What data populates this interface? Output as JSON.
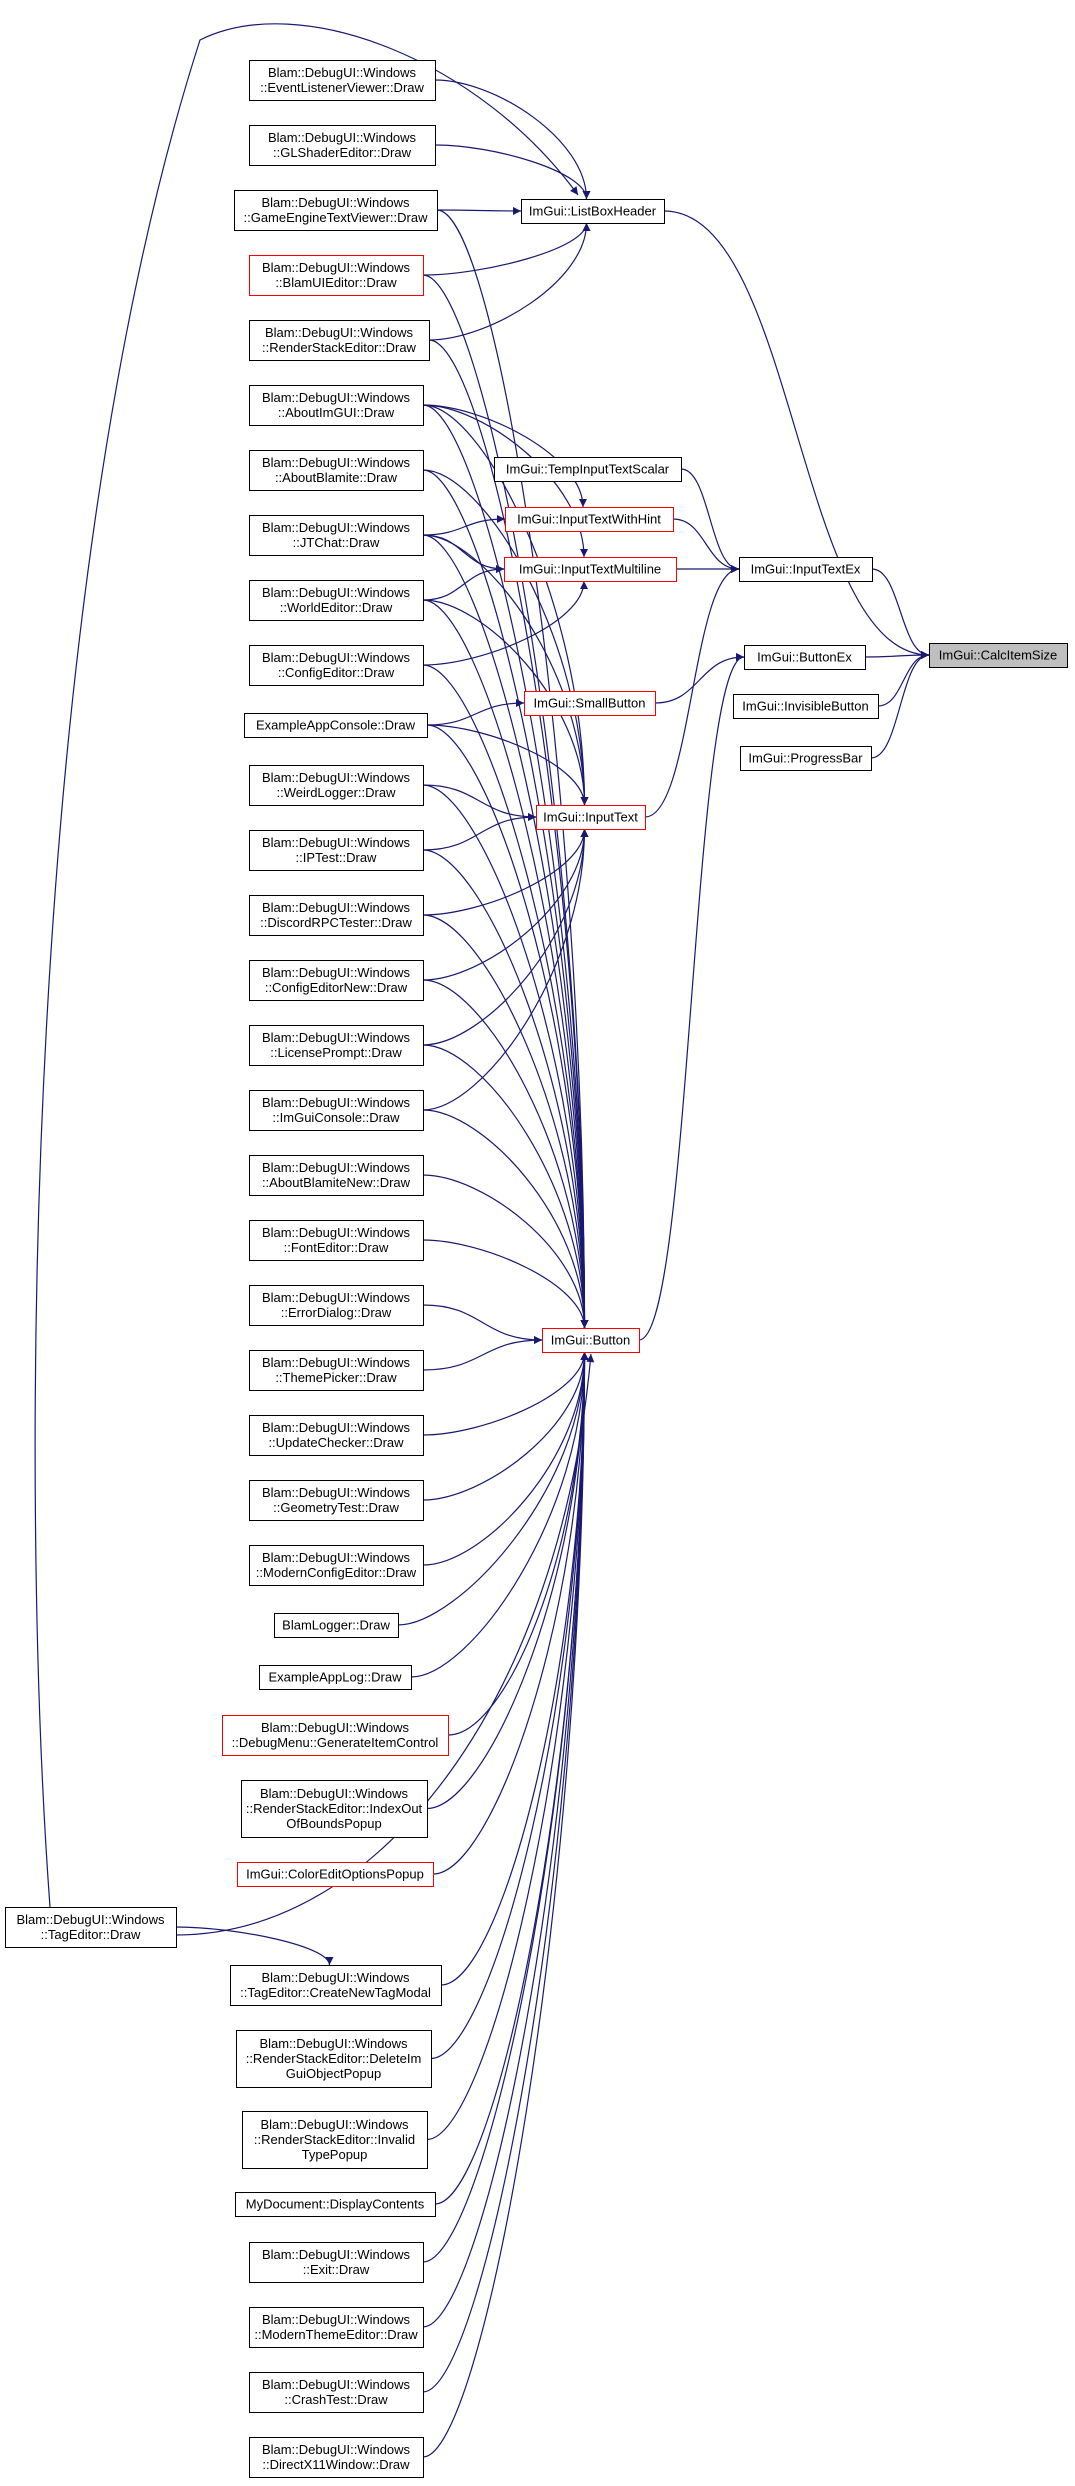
{
  "graph": {
    "colors": {
      "edge": "#191970",
      "truncated_border": "#ff0000",
      "normal_border": "#000000",
      "focus_fill": "#bfbfbf",
      "background": "#ffffff"
    },
    "nodes": [
      {
        "id": "calc",
        "lines": [
          "ImGui::CalcItemSize"
        ],
        "truncated": false,
        "focus": true
      },
      {
        "id": "listbox",
        "lines": [
          "ImGui::ListBoxHeader"
        ],
        "truncated": false
      },
      {
        "id": "inputtextex",
        "lines": [
          "ImGui::InputTextEx"
        ],
        "truncated": false
      },
      {
        "id": "buttonex",
        "lines": [
          "ImGui::ButtonEx"
        ],
        "truncated": false
      },
      {
        "id": "invisible",
        "lines": [
          "ImGui::InvisibleButton"
        ],
        "truncated": false
      },
      {
        "id": "progress",
        "lines": [
          "ImGui::ProgressBar"
        ],
        "truncated": false
      },
      {
        "id": "tempinput",
        "lines": [
          "ImGui::TempInputTextScalar"
        ],
        "truncated": false
      },
      {
        "id": "hint",
        "lines": [
          "ImGui::InputTextWithHint"
        ],
        "truncated": true
      },
      {
        "id": "multiline",
        "lines": [
          "ImGui::InputTextMultiline"
        ],
        "truncated": true
      },
      {
        "id": "smallbtn",
        "lines": [
          "ImGui::SmallButton"
        ],
        "truncated": true
      },
      {
        "id": "inputtext",
        "lines": [
          "ImGui::InputText"
        ],
        "truncated": true
      },
      {
        "id": "button",
        "lines": [
          "ImGui::Button"
        ],
        "truncated": true
      },
      {
        "id": "evlist",
        "lines": [
          "Blam::DebugUI::Windows",
          "::EventListenerViewer::Draw"
        ],
        "truncated": false
      },
      {
        "id": "glshader",
        "lines": [
          "Blam::DebugUI::Windows",
          "::GLShaderEditor::Draw"
        ],
        "truncated": false
      },
      {
        "id": "getv",
        "lines": [
          "Blam::DebugUI::Windows",
          "::GameEngineTextViewer::Draw"
        ],
        "truncated": false
      },
      {
        "id": "blamui",
        "lines": [
          "Blam::DebugUI::Windows",
          "::BlamUIEditor::Draw"
        ],
        "truncated": true
      },
      {
        "id": "rstack",
        "lines": [
          "Blam::DebugUI::Windows",
          "::RenderStackEditor::Draw"
        ],
        "truncated": false
      },
      {
        "id": "aboutimgui",
        "lines": [
          "Blam::DebugUI::Windows",
          "::AboutImGUI::Draw"
        ],
        "truncated": false
      },
      {
        "id": "aboutblamite",
        "lines": [
          "Blam::DebugUI::Windows",
          "::AboutBlamite::Draw"
        ],
        "truncated": false
      },
      {
        "id": "jtchat",
        "lines": [
          "Blam::DebugUI::Windows",
          "::JTChat::Draw"
        ],
        "truncated": false
      },
      {
        "id": "worldeditor",
        "lines": [
          "Blam::DebugUI::Windows",
          "::WorldEditor::Draw"
        ],
        "truncated": false
      },
      {
        "id": "configeditor",
        "lines": [
          "Blam::DebugUI::Windows",
          "::ConfigEditor::Draw"
        ],
        "truncated": false
      },
      {
        "id": "exconsole",
        "lines": [
          "ExampleAppConsole::Draw"
        ],
        "truncated": false
      },
      {
        "id": "weirdlogger",
        "lines": [
          "Blam::DebugUI::Windows",
          "::WeirdLogger::Draw"
        ],
        "truncated": false
      },
      {
        "id": "iptest",
        "lines": [
          "Blam::DebugUI::Windows",
          "::IPTest::Draw"
        ],
        "truncated": false
      },
      {
        "id": "discord",
        "lines": [
          "Blam::DebugUI::Windows",
          "::DiscordRPCTester::Draw"
        ],
        "truncated": false
      },
      {
        "id": "configeditornew",
        "lines": [
          "Blam::DebugUI::Windows",
          "::ConfigEditorNew::Draw"
        ],
        "truncated": false
      },
      {
        "id": "license",
        "lines": [
          "Blam::DebugUI::Windows",
          "::LicensePrompt::Draw"
        ],
        "truncated": false
      },
      {
        "id": "imguiconsole",
        "lines": [
          "Blam::DebugUI::Windows",
          "::ImGuiConsole::Draw"
        ],
        "truncated": false
      },
      {
        "id": "aboutblamitenew",
        "lines": [
          "Blam::DebugUI::Windows",
          "::AboutBlamiteNew::Draw"
        ],
        "truncated": false
      },
      {
        "id": "fonteditor",
        "lines": [
          "Blam::DebugUI::Windows",
          "::FontEditor::Draw"
        ],
        "truncated": false
      },
      {
        "id": "errordialog",
        "lines": [
          "Blam::DebugUI::Windows",
          "::ErrorDialog::Draw"
        ],
        "truncated": false
      },
      {
        "id": "themepicker",
        "lines": [
          "Blam::DebugUI::Windows",
          "::ThemePicker::Draw"
        ],
        "truncated": false
      },
      {
        "id": "updatechecker",
        "lines": [
          "Blam::DebugUI::Windows",
          "::UpdateChecker::Draw"
        ],
        "truncated": false
      },
      {
        "id": "geomtest",
        "lines": [
          "Blam::DebugUI::Windows",
          "::GeometryTest::Draw"
        ],
        "truncated": false
      },
      {
        "id": "modernconfig",
        "lines": [
          "Blam::DebugUI::Windows",
          "::ModernConfigEditor::Draw"
        ],
        "truncated": false
      },
      {
        "id": "blamlogger",
        "lines": [
          "BlamLogger::Draw"
        ],
        "truncated": false
      },
      {
        "id": "exlog",
        "lines": [
          "ExampleAppLog::Draw"
        ],
        "truncated": false
      },
      {
        "id": "debugmenu",
        "lines": [
          "Blam::DebugUI::Windows",
          "::DebugMenu::GenerateItemControl"
        ],
        "truncated": true
      },
      {
        "id": "rsindex",
        "lines": [
          "Blam::DebugUI::Windows",
          "::RenderStackEditor::IndexOut",
          "OfBoundsPopup"
        ],
        "truncated": false
      },
      {
        "id": "coloredit",
        "lines": [
          "ImGui::ColorEditOptionsPopup"
        ],
        "truncated": true
      },
      {
        "id": "tageditor",
        "lines": [
          "Blam::DebugUI::Windows",
          "::TagEditor::Draw"
        ],
        "truncated": false
      },
      {
        "id": "createtag",
        "lines": [
          "Blam::DebugUI::Windows",
          "::TagEditor::CreateNewTagModal"
        ],
        "truncated": false
      },
      {
        "id": "rsdelete",
        "lines": [
          "Blam::DebugUI::Windows",
          "::RenderStackEditor::DeleteIm",
          "GuiObjectPopup"
        ],
        "truncated": false
      },
      {
        "id": "rsinvalid",
        "lines": [
          "Blam::DebugUI::Windows",
          "::RenderStackEditor::Invalid",
          "TypePopup"
        ],
        "truncated": false
      },
      {
        "id": "mydoc",
        "lines": [
          "MyDocument::DisplayContents"
        ],
        "truncated": false
      },
      {
        "id": "exit",
        "lines": [
          "Blam::DebugUI::Windows",
          "::Exit::Draw"
        ],
        "truncated": false
      },
      {
        "id": "moderntheme",
        "lines": [
          "Blam::DebugUI::Windows",
          "::ModernThemeEditor::Draw"
        ],
        "truncated": false
      },
      {
        "id": "crashtest",
        "lines": [
          "Blam::DebugUI::Windows",
          "::CrashTest::Draw"
        ],
        "truncated": false
      },
      {
        "id": "dx11",
        "lines": [
          "Blam::DebugUI::Windows",
          "::DirectX11Window::Draw"
        ],
        "truncated": false
      }
    ],
    "edges": [
      [
        "listbox",
        "calc"
      ],
      [
        "inputtextex",
        "calc"
      ],
      [
        "buttonex",
        "calc"
      ],
      [
        "invisible",
        "calc"
      ],
      [
        "progress",
        "calc"
      ],
      [
        "tempinput",
        "inputtextex"
      ],
      [
        "hint",
        "inputtextex"
      ],
      [
        "multiline",
        "inputtextex"
      ],
      [
        "inputtext",
        "inputtextex"
      ],
      [
        "smallbtn",
        "buttonex"
      ],
      [
        "button",
        "buttonex"
      ],
      [
        "evlist",
        "listbox"
      ],
      [
        "glshader",
        "listbox"
      ],
      [
        "getv",
        "listbox"
      ],
      [
        "blamui",
        "listbox"
      ],
      [
        "rstack",
        "listbox"
      ],
      [
        "tageditor",
        "listbox"
      ],
      [
        "aboutimgui",
        "multiline"
      ],
      [
        "jtchat",
        "multiline"
      ],
      [
        "worldeditor",
        "multiline"
      ],
      [
        "configeditor",
        "multiline"
      ],
      [
        "aboutimgui",
        "hint"
      ],
      [
        "jtchat",
        "hint"
      ],
      [
        "exconsole",
        "smallbtn"
      ],
      [
        "exconsole",
        "inputtext"
      ],
      [
        "weirdlogger",
        "inputtext"
      ],
      [
        "iptest",
        "inputtext"
      ],
      [
        "discord",
        "inputtext"
      ],
      [
        "configeditornew",
        "inputtext"
      ],
      [
        "license",
        "inputtext"
      ],
      [
        "imguiconsole",
        "inputtext"
      ],
      [
        "aboutimgui",
        "inputtext"
      ],
      [
        "aboutblamite",
        "inputtext"
      ],
      [
        "jtchat",
        "inputtext"
      ],
      [
        "worldeditor",
        "inputtext"
      ],
      [
        "getv",
        "button"
      ],
      [
        "blamui",
        "button"
      ],
      [
        "rstack",
        "button"
      ],
      [
        "aboutimgui",
        "button"
      ],
      [
        "aboutblamite",
        "button"
      ],
      [
        "jtchat",
        "button"
      ],
      [
        "worldeditor",
        "button"
      ],
      [
        "configeditor",
        "button"
      ],
      [
        "exconsole",
        "button"
      ],
      [
        "weirdlogger",
        "button"
      ],
      [
        "iptest",
        "button"
      ],
      [
        "discord",
        "button"
      ],
      [
        "configeditornew",
        "button"
      ],
      [
        "license",
        "button"
      ],
      [
        "imguiconsole",
        "button"
      ],
      [
        "aboutblamitenew",
        "button"
      ],
      [
        "fonteditor",
        "button"
      ],
      [
        "errordialog",
        "button"
      ],
      [
        "themepicker",
        "button"
      ],
      [
        "updatechecker",
        "button"
      ],
      [
        "geomtest",
        "button"
      ],
      [
        "modernconfig",
        "button"
      ],
      [
        "blamlogger",
        "button"
      ],
      [
        "exlog",
        "button"
      ],
      [
        "debugmenu",
        "button"
      ],
      [
        "rsindex",
        "button"
      ],
      [
        "coloredit",
        "button"
      ],
      [
        "tageditor",
        "button"
      ],
      [
        "createtag",
        "button"
      ],
      [
        "rsdelete",
        "button"
      ],
      [
        "rsinvalid",
        "button"
      ],
      [
        "mydoc",
        "button"
      ],
      [
        "exit",
        "button"
      ],
      [
        "moderntheme",
        "button"
      ],
      [
        "crashtest",
        "button"
      ],
      [
        "dx11",
        "button"
      ],
      [
        "tageditor",
        "createtag"
      ]
    ]
  }
}
